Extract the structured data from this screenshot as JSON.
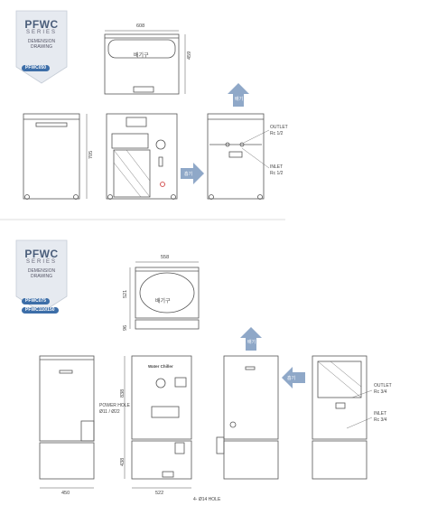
{
  "section1": {
    "badge": {
      "title": "PFWC",
      "series": "SERIES",
      "desc_line1": "DEMENSION",
      "desc_line2": "DRAWING",
      "model": "PFWC050"
    },
    "dims": {
      "width_top": "608",
      "height_top": "459",
      "height_side": "705"
    },
    "labels": {
      "exhaust": "배기구",
      "intake_arrow": "흡기",
      "exhaust_arrow": "배기",
      "outlet": "OUTLET",
      "outlet_size": "Rc 1/2",
      "inlet": "INLET",
      "inlet_size": "Rc 1/2"
    }
  },
  "section2": {
    "badge": {
      "title": "PFWC",
      "series": "SERIES",
      "desc_line1": "DEMENSION",
      "desc_line2": "DRAWING",
      "model1": "PFWC075",
      "model2": "PFWC110/150"
    },
    "dims": {
      "width_top": "558",
      "height_top": "521",
      "small": "96",
      "h_upper": "838",
      "h_lower": "438",
      "width_side": "450",
      "width_front": "522"
    },
    "labels": {
      "exhaust": "배기구",
      "exhaust_arrow": "배기",
      "intake_arrow": "흡기",
      "brand": "Water Chiller",
      "power_hole": "POWER HOLE",
      "power_hole_size": "Ø11 / Ø22",
      "hole": "4- Ø14 HOLE",
      "outlet": "OUTLET",
      "outlet_size": "Rc 3/4",
      "inlet": "INLET",
      "inlet_size": "Rc 3/4"
    }
  }
}
